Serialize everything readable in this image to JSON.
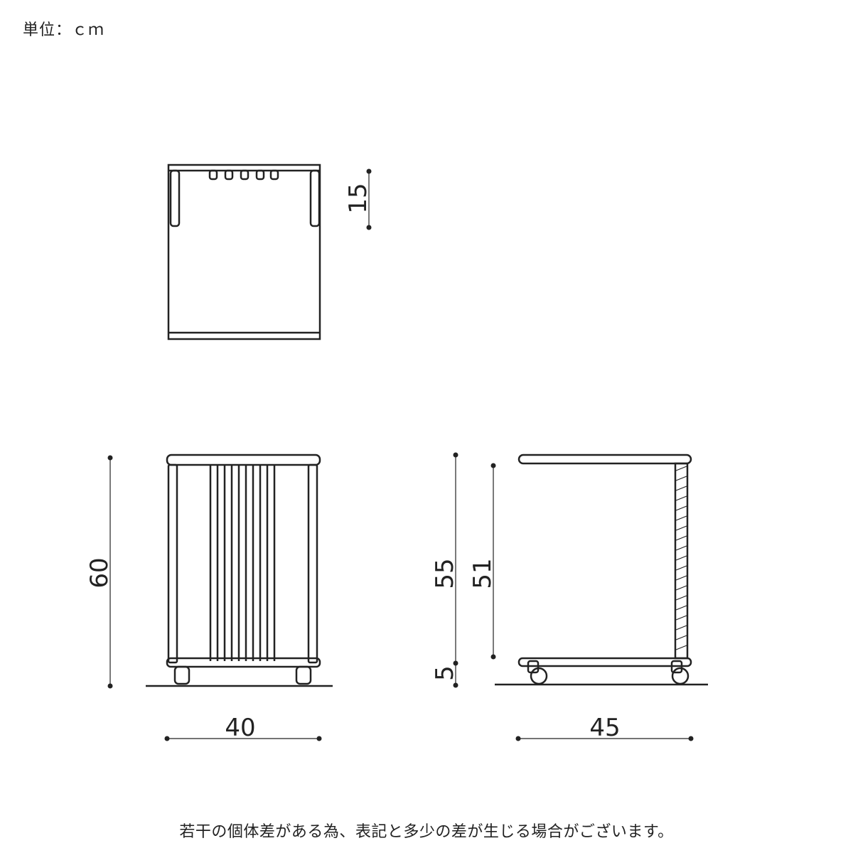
{
  "unit_label": "単位：ｃｍ",
  "dimensions": {
    "top_depth": "15",
    "front_height": "60",
    "front_width": "40",
    "side_height_total": "55",
    "side_height_inner": "51",
    "caster_height": "5",
    "side_width": "45"
  },
  "footnote": "若干の個体差がある為、表記と多少の差が生じる場合がございます。"
}
